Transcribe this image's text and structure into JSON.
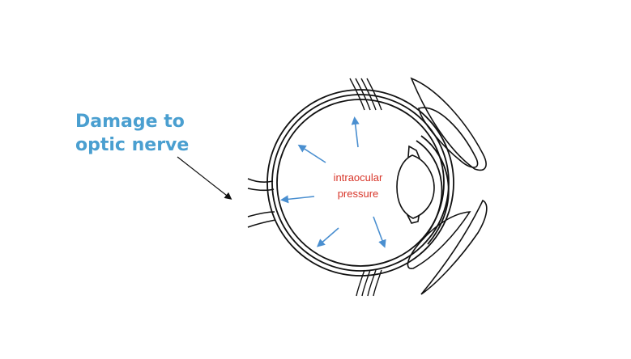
{
  "callout": {
    "line1": "Damage to",
    "line2": "optic nerve"
  },
  "pressure_label": {
    "line1": "intraocular",
    "line2": "pressure"
  },
  "colors": {
    "callout_text": "#4a9fd0",
    "pressure_text": "#d8362a",
    "pressure_arrows": "#4a8fd0",
    "outline": "#111111"
  }
}
